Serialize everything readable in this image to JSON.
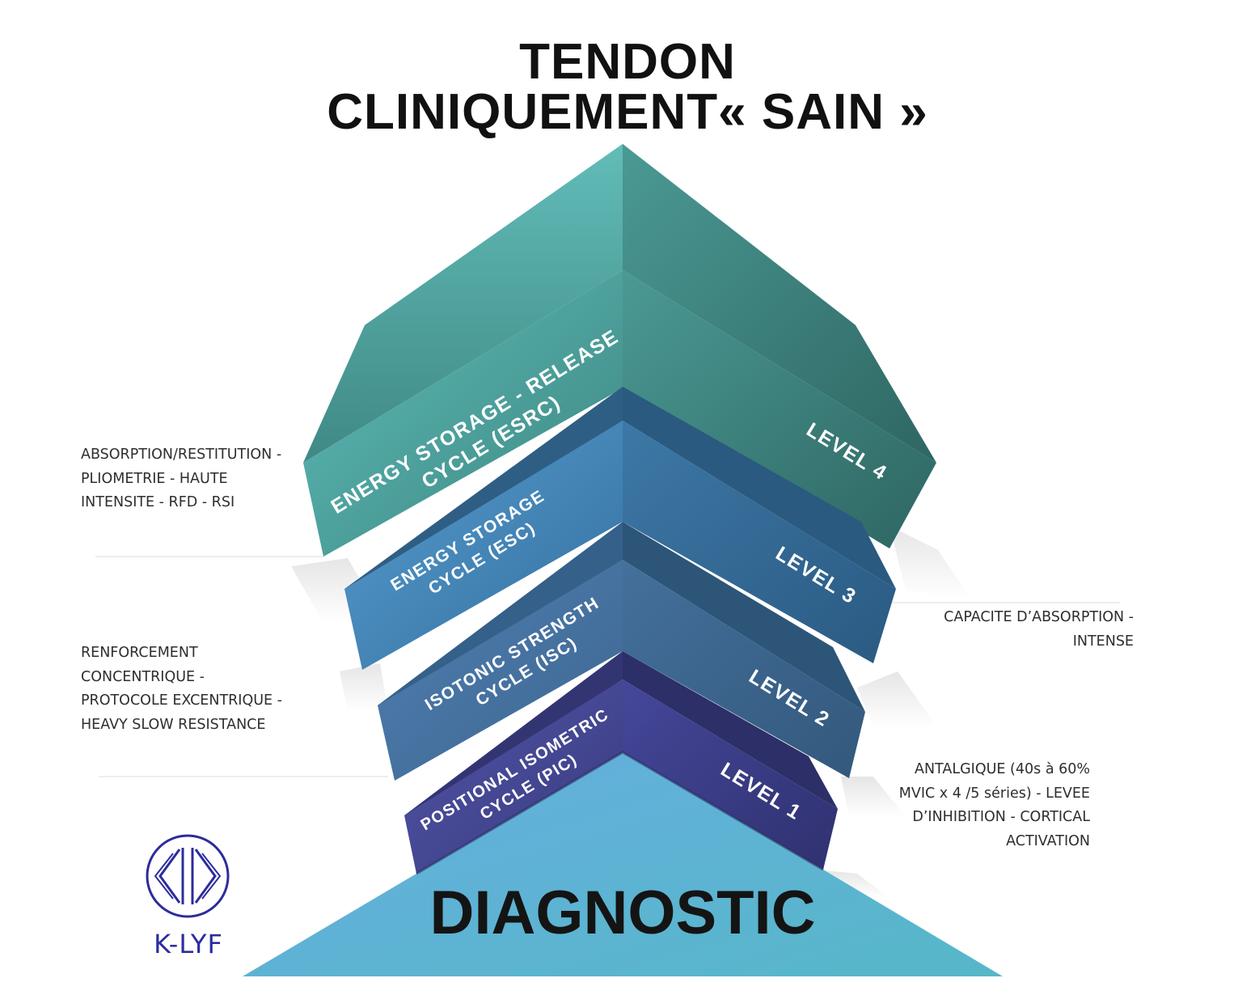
{
  "title": {
    "line1": "TENDON",
    "line2": "CLINIQUEMENT« SAIN »"
  },
  "levels": [
    {
      "level_label": "LEVEL 4",
      "cycle_lines": [
        "ENERGY STORAGE - RELEASE",
        "CYCLE (ESRC)"
      ],
      "description_lines": [
        "ABSORPTION/RESTITUTION -",
        "PLIOMETRIE - HAUTE",
        "INTENSITE - RFD - RSI"
      ]
    },
    {
      "level_label": "LEVEL 3",
      "cycle_lines": [
        "ENERGY STORAGE",
        "CYCLE (ESC)"
      ],
      "description_lines": [
        "CAPACITE D’ABSORPTION -",
        "INTENSE"
      ]
    },
    {
      "level_label": "LEVEL 2",
      "cycle_lines": [
        "ISOTONIC STRENGTH",
        "CYCLE (ISC)"
      ],
      "description_lines": [
        "RENFORCEMENT",
        "CONCENTRIQUE -",
        "PROTOCOLE EXCENTRIQUE -",
        "HEAVY SLOW RESISTANCE"
      ]
    },
    {
      "level_label": "LEVEL 1",
      "cycle_lines": [
        "POSITIONAL ISOMETRIC",
        "CYCLE (PIC)"
      ],
      "description_lines": [
        "ANTALGIQUE  (40s à  60%",
        "MVIC x 4 /5 séries) -  LEVEE",
        "D’INHIBITION - CORTICAL",
        "ACTIVATION"
      ]
    }
  ],
  "base_label": "DIAGNOSTIC",
  "logo": {
    "text": "K-LYF",
    "icon": "klyf-circle-k-icon"
  },
  "colors": {
    "level4": "#4f9d98",
    "level3": "#3f86b4",
    "level2": "#46739e",
    "level1": "#3f418a",
    "diagnostic": "#5ea6d6",
    "logo": "#2c2c9c"
  }
}
